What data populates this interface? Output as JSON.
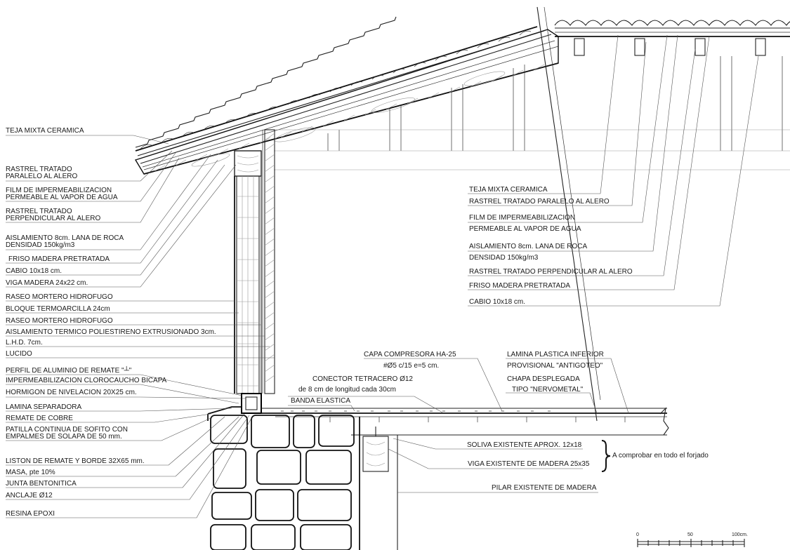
{
  "left_labels": [
    "TEJA MIXTA CERAMICA",
    "RASTREL TRATADO",
    "PARALELO AL ALERO",
    "FILM DE IMPERMEABILIZACION",
    "PERMEABLE AL VAPOR DE AGUA",
    "RASTREL TRATADO",
    "PERPENDICULAR AL ALERO",
    "AISLAMIENTO 8cm. LANA DE ROCA",
    "DENSIDAD 150kg/m3",
    "FRISO MADERA PRETRATADA",
    "CABIO 10x18 cm.",
    "VIGA MADERA 24x22 cm.",
    "RASEO MORTERO HIDROFUGO",
    "BLOQUE TERMOARCILLA 24cm",
    "RASEO MORTERO HIDROFUGO",
    "AISLAMIENTO TERMICO POLIESTIRENO EXTRUSIONADO 3cm.",
    "L.H.D. 7cm.",
    "LUCIDO",
    "PERFIL DE ALUMINIO DE REMATE \"┴\"",
    "IMPERMEABILIZACION CLOROCAUCHO BICAPA",
    "HORMIGON DE NIVELACION 20X25 cm.",
    "LAMINA SEPARADORA",
    "REMATE DE COBRE",
    "PATILLA CONTINUA DE SOFITO CON",
    "EMPALMES DE SOLAPA DE 50 mm.",
    "LISTON DE REMATE Y BORDE 32X65 mm.",
    "MASA, pte 10%",
    "JUNTA BENTONITICA",
    "ANCLAJE Ø12",
    "RESINA EPOXI"
  ],
  "right_labels": [
    "TEJA MIXTA CERAMICA",
    "RASTREL TRATADO PARALELO AL ALERO",
    "FILM DE IMPERMEABILIZACION",
    "PERMEABLE AL VAPOR DE AGUA",
    "AISLAMIENTO 8cm. LANA DE ROCA",
    "DENSIDAD 150kg/m3",
    "RASTREL TRATADO PERPENDICULAR AL ALERO",
    "FRISO MADERA PRETRATADA",
    "CABIO 10x18 cm."
  ],
  "floor_labels": {
    "capa_1": "CAPA COMPRESORA HA-25",
    "capa_2": "#Ø5 c/15   e=5 cm.",
    "conector_1": "CONECTOR TETRACERO Ø12",
    "conector_2": "de 8 cm de longitud cada 30cm",
    "banda": "BANDA ELASTICA",
    "lamina_1": "LAMINA PLASTICA INFERIOR",
    "lamina_2": "PROVISIONAL \"ANTIGOTEO\"",
    "chapa_1": "CHAPA DESPLEGADA",
    "chapa_2": "TIPO \"NERVOMETAL\"",
    "soliva": "SOLIVA EXISTENTE APROX. 12x18",
    "viga": "VIGA EXISTENTE DE MADERA 25x35",
    "comprobar": "A comprobar en todo el forjado",
    "pilar": "PILAR EXISTENTE DE MADERA"
  },
  "scale_bar": {
    "tick_0": "0",
    "tick_50": "50",
    "tick_100": "100cm."
  }
}
